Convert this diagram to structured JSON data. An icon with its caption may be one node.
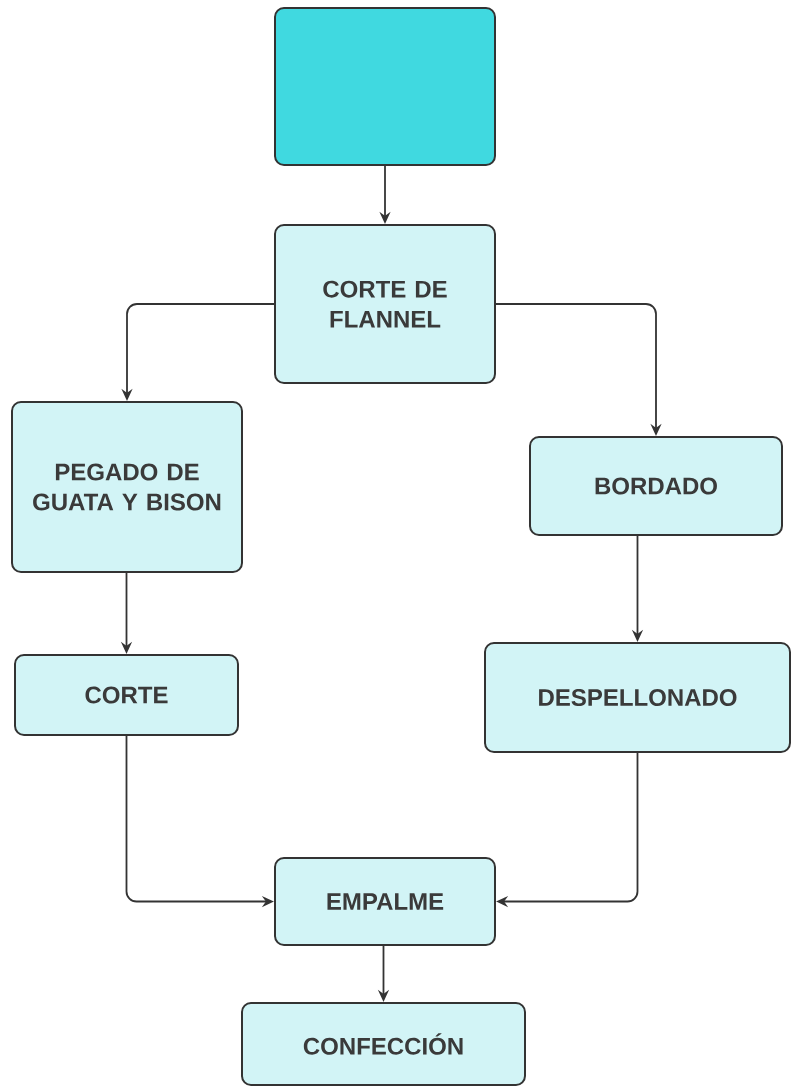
{
  "diagram": {
    "nodes": [
      {
        "text": [],
        "shape": "box"
      },
      {
        "text": [
          "CORTE DE FLANNEL"
        ]
      },
      {
        "text": [
          "PEGADO DE GUATA Y BISON"
        ]
      },
      {
        "text": [
          "BORDADO"
        ]
      },
      {
        "text": [
          "CORTE"
        ]
      },
      {
        "text": [
          "DESPELLONADO"
        ]
      },
      {
        "text": [
          "EMPALME"
        ]
      },
      {
        "text": [
          "CONFECCIÓN"
        ]
      }
    ],
    "edges": [
      {
        "from": 0,
        "to": 1,
        "arrow": "to"
      },
      {
        "from": 1,
        "to": 2,
        "arrow": "to"
      },
      {
        "from": 1,
        "to": 3,
        "arrow": "to"
      },
      {
        "from": 2,
        "to": 4,
        "arrow": "to"
      },
      {
        "from": 3,
        "to": 5,
        "arrow": "to"
      },
      {
        "from": 4,
        "to": 6,
        "arrow": "to"
      },
      {
        "from": 5,
        "to": 6,
        "arrow": "to"
      },
      {
        "from": 6,
        "to": 7,
        "arrow": "to"
      }
    ]
  }
}
